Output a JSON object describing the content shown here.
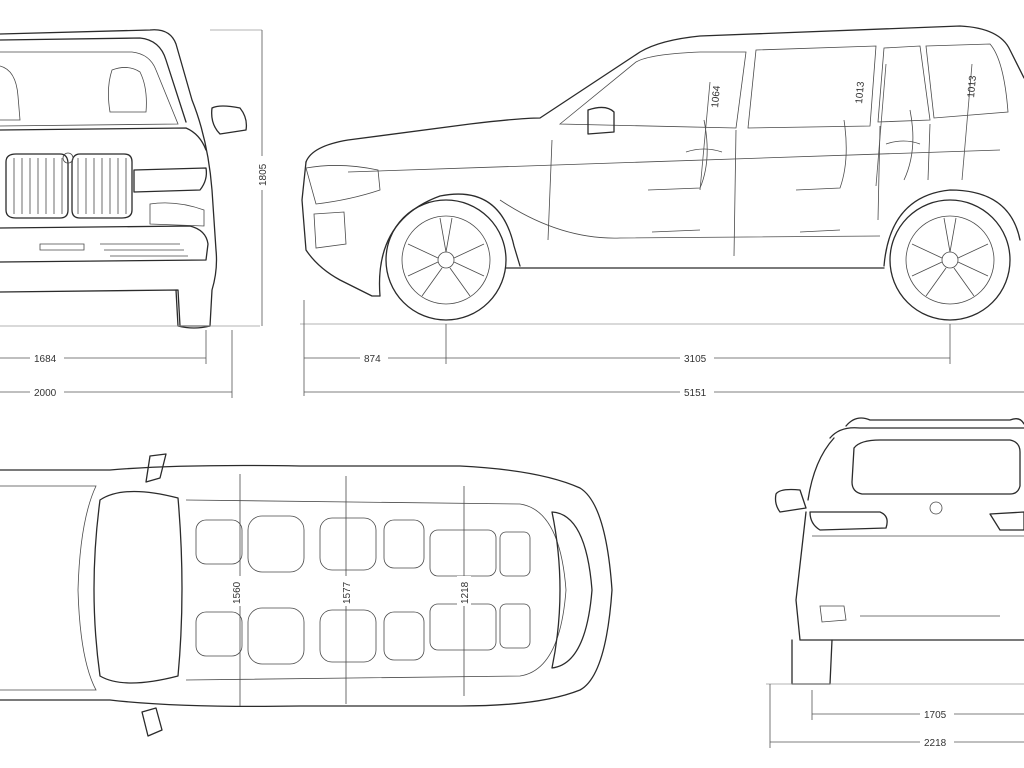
{
  "dimensions": {
    "front_track": "1684",
    "front_width_mirrors": "2000",
    "height": "1805",
    "front_overhang": "874",
    "wheelbase": "3105",
    "length": "5151",
    "headroom_row1": "1064",
    "headroom_row2": "1013",
    "headroom_row3": "1013",
    "shoulder_row1": "1560",
    "shoulder_row2": "1577",
    "shoulder_row3": "1218",
    "rear_track": "1705",
    "rear_width_mirrors": "2218"
  }
}
